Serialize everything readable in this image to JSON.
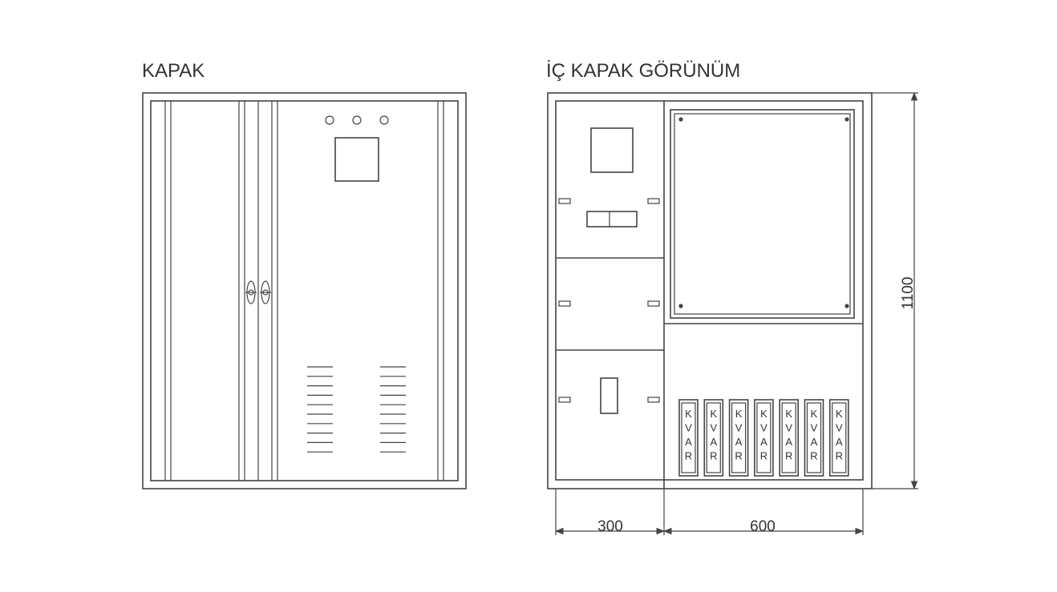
{
  "left_view": {
    "title": "KAPAK"
  },
  "right_view": {
    "title": "İÇ KAPAK GÖRÜNÜM",
    "kvar_modules": [
      {
        "letters": [
          "K",
          "V",
          "A",
          "R"
        ]
      },
      {
        "letters": [
          "K",
          "V",
          "A",
          "R"
        ]
      },
      {
        "letters": [
          "K",
          "V",
          "A",
          "R"
        ]
      },
      {
        "letters": [
          "K",
          "V",
          "A",
          "R"
        ]
      },
      {
        "letters": [
          "K",
          "V",
          "A",
          "R"
        ]
      },
      {
        "letters": [
          "K",
          "V",
          "A",
          "R"
        ]
      },
      {
        "letters": [
          "K",
          "V",
          "A",
          "R"
        ]
      }
    ]
  },
  "dimensions": {
    "width_left": "300",
    "width_right": "600",
    "height": "1100"
  }
}
